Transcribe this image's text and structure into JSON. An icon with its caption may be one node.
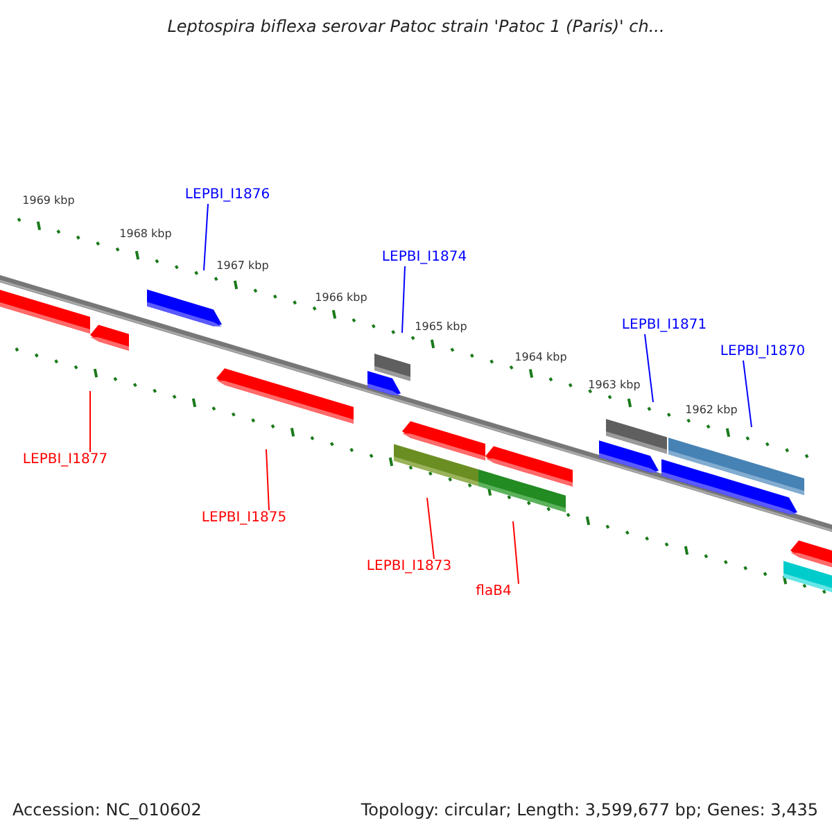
{
  "diagram": {
    "title": "Leptospira biflexa serovar Patoc strain 'Patoc 1 (Paris)' ch...",
    "nodes": [
      {
        "text": [
          "LEPBI_I1876"
        ]
      },
      {
        "text": [
          "LEPBI_I1874"
        ]
      },
      {
        "text": [
          "LEPBI_I1871"
        ]
      },
      {
        "text": [
          "LEPBI_I1870"
        ]
      },
      {
        "text": [
          "LEPBI_I1877"
        ]
      },
      {
        "text": [
          "LEPBI_I1875"
        ]
      },
      {
        "text": [
          "LEPBI_I1873"
        ]
      },
      {
        "text": [
          "flaB4"
        ]
      }
    ],
    "edges": [
      {
        "from": 0,
        "to": null,
        "arrow": "none",
        "color": "#0000ff"
      },
      {
        "from": 1,
        "to": null,
        "arrow": "none",
        "color": "#0000ff"
      },
      {
        "from": 2,
        "to": null,
        "arrow": "none",
        "color": "#0000ff"
      },
      {
        "from": 3,
        "to": null,
        "arrow": "none",
        "color": "#0000ff"
      },
      {
        "from": 4,
        "to": null,
        "arrow": "none",
        "color": "#ff0000"
      },
      {
        "from": 5,
        "to": null,
        "arrow": "none",
        "color": "#ff0000"
      },
      {
        "from": 6,
        "to": null,
        "arrow": "none",
        "color": "#ff0000"
      },
      {
        "from": 7,
        "to": null,
        "arrow": "none",
        "color": "#ff0000"
      }
    ],
    "labels": [
      "1969 kbp",
      "1968 kbp",
      "1967 kbp",
      "1966 kbp",
      "1965 kbp",
      "1964 kbp",
      "1963 kbp",
      "1962 kbp",
      "Accession: NC_010602",
      "Topology: circular; Length: 3,599,677 bp; Genes: 3,435"
    ]
  }
}
